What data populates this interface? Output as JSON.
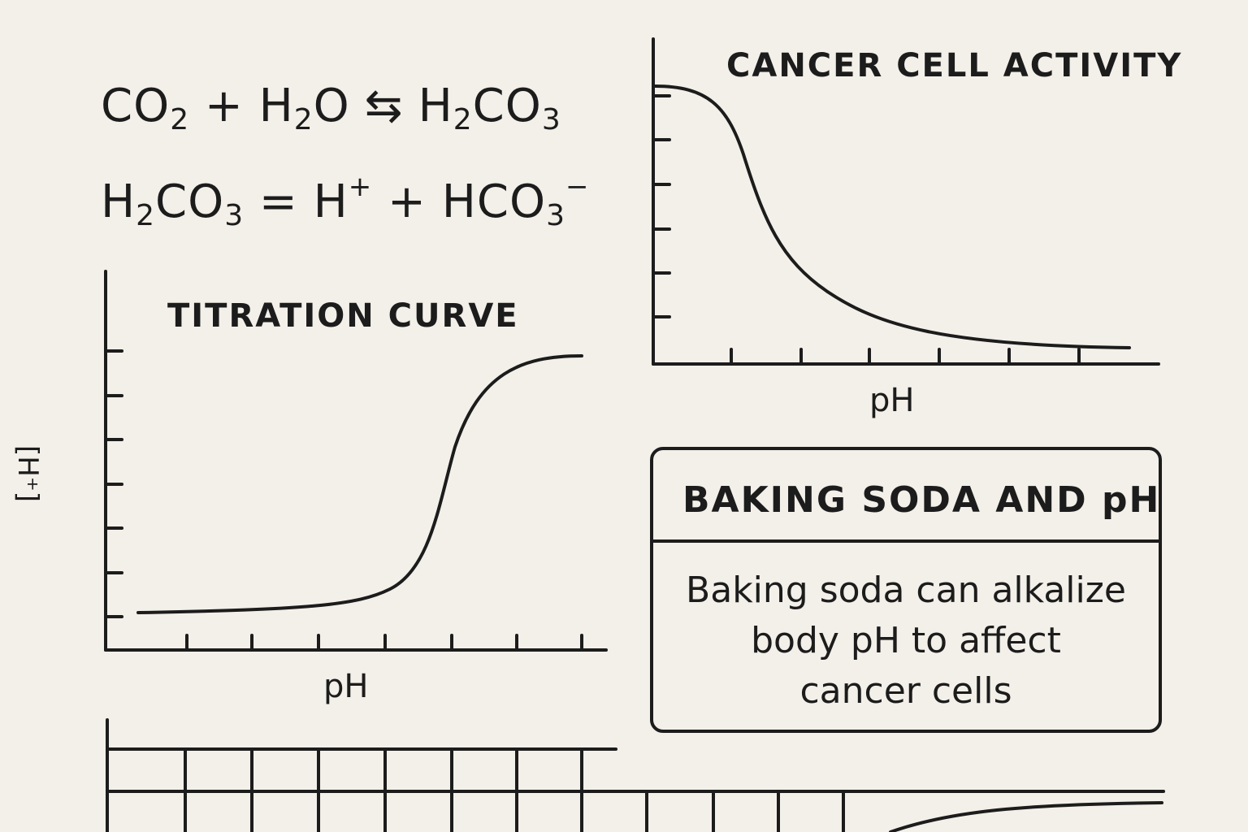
{
  "equations": {
    "eq1": {
      "p1": "CO",
      "s1": "2",
      "p2": " + H",
      "s2": "2",
      "p3": "O",
      "arrow": "⇆",
      "p4": "H",
      "s3": "2",
      "p5": "CO",
      "s4": "3"
    },
    "eq2": {
      "p1": "H",
      "s1": "2",
      "p2": "CO",
      "s2": "3",
      "p3": " = H",
      "sup1": "+",
      "p4": " + ",
      "p5": "HCO",
      "s3": "3",
      "sup2": "−"
    }
  },
  "titration": {
    "title": "TITRATION CURVE",
    "xlabel": "pH",
    "ylabel": "[H⁺]"
  },
  "cancer": {
    "title": "CANCER CELL ACTIVITY",
    "xlabel": "pH"
  },
  "info_box": {
    "title": "BAKING SODA AND pH",
    "body": "Baking soda can alkalize\nbody pH to affect\ncancer cells"
  },
  "colors": {
    "ink": "#1c1c1c",
    "paper": "#f3efe9"
  }
}
